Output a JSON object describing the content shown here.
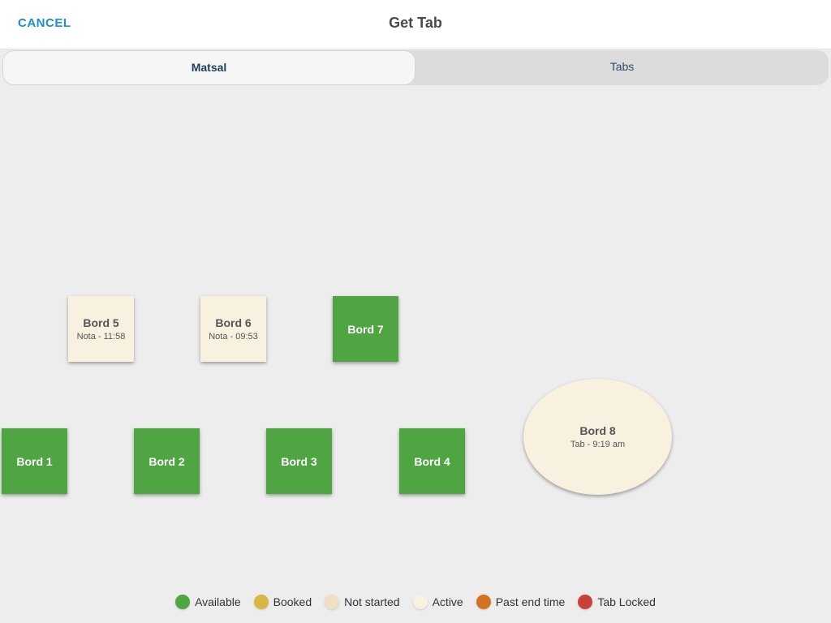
{
  "header": {
    "cancel_label": "CANCEL",
    "title": "Get Tab"
  },
  "segments": [
    {
      "label": "Matsal",
      "active": true
    },
    {
      "label": "Tabs",
      "active": false
    }
  ],
  "tables": {
    "bord1": {
      "name": "Bord 1",
      "status": "Available"
    },
    "bord2": {
      "name": "Bord 2",
      "status": "Available"
    },
    "bord3": {
      "name": "Bord 3",
      "status": "Available"
    },
    "bord4": {
      "name": "Bord 4",
      "status": "Available"
    },
    "bord5": {
      "name": "Bord 5",
      "subtitle": "Nota - 11:58",
      "status": "Active"
    },
    "bord6": {
      "name": "Bord 6",
      "subtitle": "Nota - 09:53",
      "status": "Active"
    },
    "bord7": {
      "name": "Bord 7",
      "status": "Available"
    },
    "bord8": {
      "name": "Bord 8",
      "subtitle": "Tab - 9:19 am",
      "status": "Active"
    }
  },
  "legend": [
    {
      "label": "Available",
      "color": "#4ea542"
    },
    {
      "label": "Booked",
      "color": "#d9b642"
    },
    {
      "label": "Not started",
      "color": "#f0dfc4"
    },
    {
      "label": "Active",
      "color": "#f8f1e0"
    },
    {
      "label": "Past end time",
      "color": "#d4731f"
    },
    {
      "label": "Tab Locked",
      "color": "#c9413a"
    }
  ]
}
